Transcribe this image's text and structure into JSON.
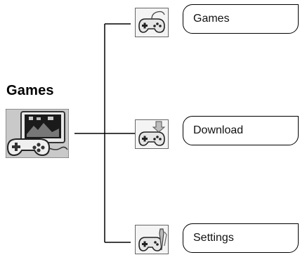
{
  "title": "Games",
  "main_icon": "game-console-tv-icon",
  "items": [
    {
      "label": "Games",
      "icon": "gamepad-icon"
    },
    {
      "label": "Download",
      "icon": "gamepad-download-icon"
    },
    {
      "label": "Settings",
      "icon": "gamepad-settings-icon"
    }
  ]
}
